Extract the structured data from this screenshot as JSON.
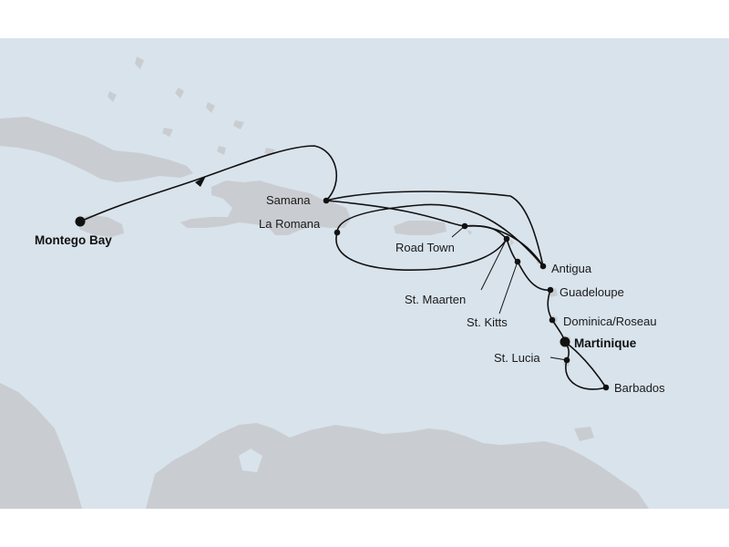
{
  "map": {
    "colors": {
      "sea": "#d9e3ec",
      "land": "#c9cdd1",
      "route": "#111111"
    },
    "ports": {
      "start": "Montego Bay",
      "samana": "Samana",
      "la_romana": "La Romana",
      "road_town": "Road Town",
      "antigua": "Antigua",
      "st_maarten": "St. Maarten",
      "st_kitts": "St. Kitts",
      "guadeloupe": "Guadeloupe",
      "dominica": "Dominica/Roseau",
      "martinique": "Martinique",
      "st_lucia": "St. Lucia",
      "barbados": "Barbados"
    }
  }
}
